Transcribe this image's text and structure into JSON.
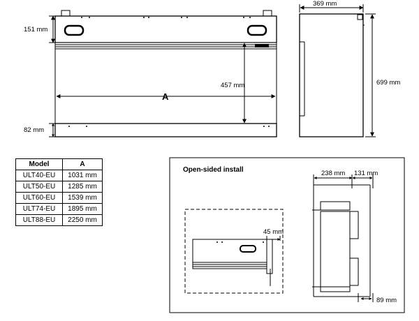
{
  "dimensions": {
    "top_height": "151 mm",
    "bottom_height": "82 mm",
    "opening_height": "457 mm",
    "width_label": "A",
    "depth": "369 mm",
    "total_height": "699 mm"
  },
  "spec_table": {
    "headers": [
      "Model",
      "A"
    ],
    "rows": [
      [
        "ULT40-EU",
        "1031 mm"
      ],
      [
        "ULT50-EU",
        "1285 mm"
      ],
      [
        "ULT60-EU",
        "1539 mm"
      ],
      [
        "ULT74-EU",
        "1895 mm"
      ],
      [
        "ULT88-EU",
        "2250 mm"
      ]
    ]
  },
  "open_sided": {
    "title": "Open-sided install",
    "offset_side": "45 mm",
    "top_width": "238 mm",
    "top_right": "131 mm",
    "bottom_right": "89 mm"
  }
}
